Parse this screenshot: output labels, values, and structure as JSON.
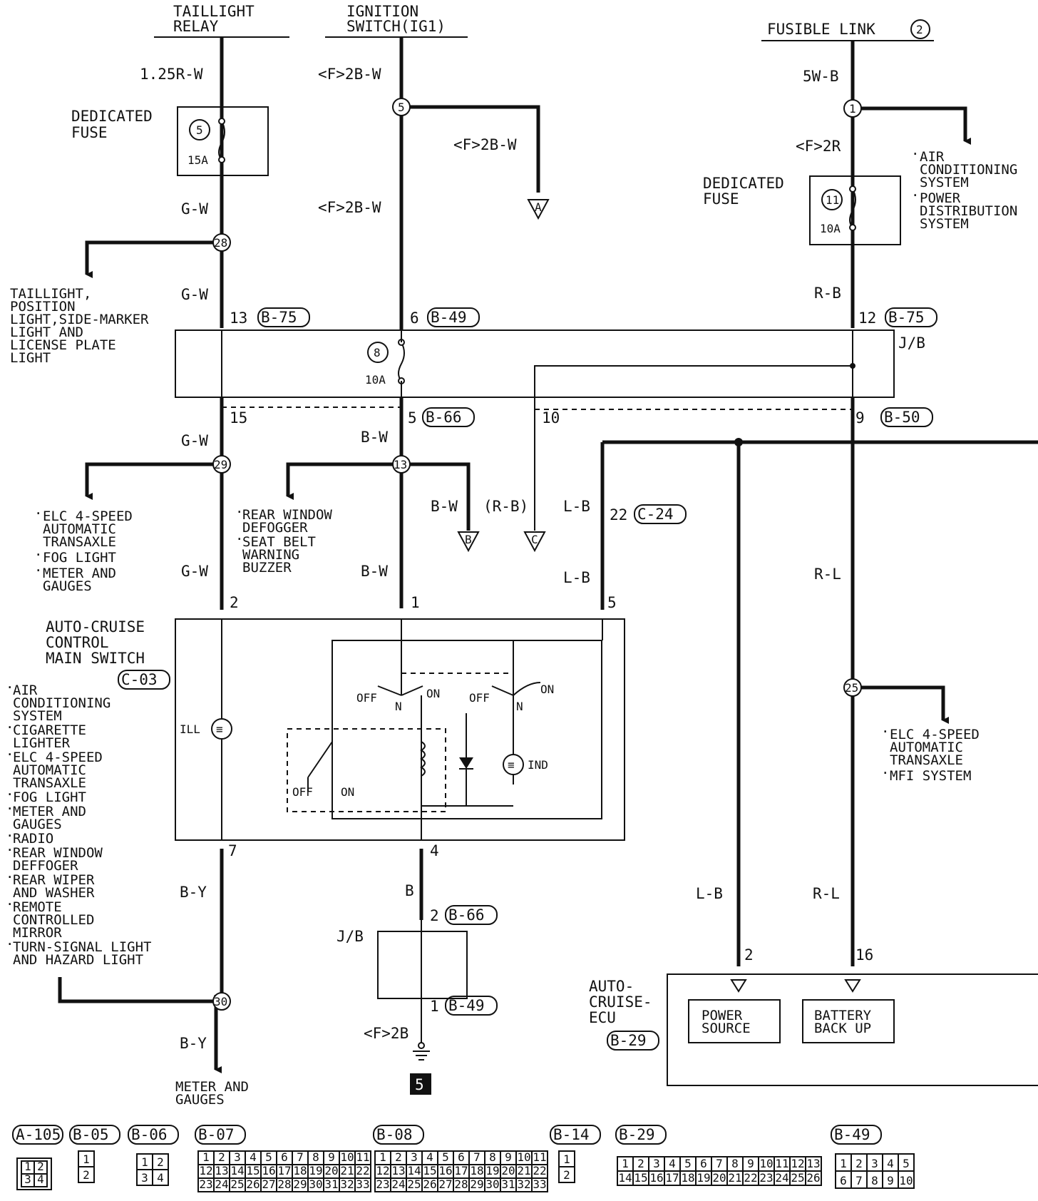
{
  "sources": {
    "taillight": [
      "TAILLIGHT",
      "RELAY"
    ],
    "ignition": [
      "IGNITION",
      "SWITCH(IG1)"
    ],
    "fusible": "FUSIBLE LINK",
    "fusible_num": "2"
  },
  "wires": {
    "w1": "1.25R-W",
    "w2": "<F>2B-W",
    "w3": "<F>2B-W",
    "w4": "<F>2B-W",
    "w5": "5W-B",
    "w6": "<F>2R",
    "w7": "G-W",
    "w8": "G-W",
    "w9": "R-B",
    "w10": "G-W",
    "w11": "B-W",
    "w12": "B-W",
    "w13": "(R-B)",
    "w14": "L-B",
    "w15": "G-W",
    "w16": "B-W",
    "w17": "L-B",
    "w18": "R-L",
    "w19": "B-Y",
    "w20": "B",
    "w21": "L-B",
    "w22": "R-L",
    "w23": "B-Y",
    "w24": "<F>2B"
  },
  "fuses": {
    "df1_label": [
      "DEDICATED",
      "FUSE"
    ],
    "df1_num": "5",
    "df1_amp": "15A",
    "df2_label": [
      "DEDICATED",
      "FUSE"
    ],
    "df2_num": "11",
    "df2_amp": "10A",
    "jb_fuse_num": "8",
    "jb_fuse_amp": "10A"
  },
  "splices": {
    "s5": "5",
    "s1": "1",
    "s28": "28",
    "s29": "29",
    "s13": "13",
    "s25": "25",
    "s30": "30"
  },
  "pins": {
    "p13": "13",
    "c_b75a": "B-75",
    "p6": "6",
    "c_b49a": "B-49",
    "p12": "12",
    "c_b75b": "B-75",
    "jb": "J/B",
    "p15": "15",
    "p5a": "5",
    "c_b66a": "B-66",
    "p10": "10",
    "p9": "9",
    "c_b50": "B-50",
    "p22": "22",
    "c_c24": "C-24",
    "p2a": "2",
    "p1a": "1",
    "p5b": "5",
    "p7": "7",
    "p4": "4",
    "p2b": "2",
    "c_b66b": "B-66",
    "jb2": "J/B",
    "p1b": "1",
    "c_b49b": "B-49",
    "p2c": "2",
    "p16": "16",
    "c_b29": "B-29"
  },
  "offpage": {
    "a": "A",
    "b": "B",
    "c": "C"
  },
  "destinations": {
    "d_ac": [
      "AIR",
      "CONDITIONING",
      "SYSTEM",
      "POWER",
      "DISTRIBUTION",
      "SYSTEM"
    ],
    "d_tail": [
      "TAILLIGHT,",
      "POSITION",
      "LIGHT,SIDE-MARKER",
      "LIGHT AND",
      "LICENSE PLATE",
      "LIGHT"
    ],
    "d_elc1": [
      "ELC 4-SPEED",
      "AUTOMATIC",
      "TRANSAXLE",
      "FOG LIGHT",
      "METER AND",
      "GAUGES"
    ],
    "d_rear": [
      "REAR WINDOW",
      "DEFOGGER",
      "SEAT BELT",
      "WARNING",
      "BUZZER"
    ],
    "d_elc2": [
      "ELC 4-SPEED",
      "AUTOMATIC",
      "TRANSAXLE",
      "MFI SYSTEM"
    ],
    "d_list": [
      "AIR",
      "CONDITIONING",
      "SYSTEM",
      "CIGARETTE",
      "LIGHTER",
      "ELC 4-SPEED",
      "AUTOMATIC",
      "TRANSAXLE",
      "FOG LIGHT",
      "METER AND",
      "GAUGES",
      "RADIO",
      "REAR WINDOW",
      "DEFFOGER",
      "REAR WIPER",
      "AND WASHER",
      "REMOTE",
      "CONTROLLED",
      "MIRROR",
      "TURN-SIGNAL LIGHT",
      "AND HAZARD LIGHT"
    ],
    "d_meter": [
      "METER AND",
      "GAUGES"
    ]
  },
  "switch": {
    "title": [
      "AUTO-CRUISE",
      "CONTROL",
      "MAIN SWITCH"
    ],
    "conn": "C-03",
    "ill": "ILL",
    "ind": "IND",
    "off1": "OFF",
    "on1": "ON",
    "n1": "N",
    "off2": "OFF",
    "on2": "ON",
    "n2": "N",
    "off3": "OFF",
    "on3": "ON"
  },
  "ecu": {
    "title": [
      "AUTO-",
      "CRUISE-",
      "ECU"
    ],
    "power": [
      "POWER",
      "SOURCE"
    ],
    "battery": [
      "BATTERY",
      "BACK UP"
    ]
  },
  "ground": "5",
  "connectors": {
    "a105": "A-105",
    "a105_pins": [
      "1",
      "2",
      "3",
      "4"
    ],
    "b05": "B-05",
    "b05_pins": [
      "1",
      "2"
    ],
    "b06": "B-06",
    "b06_pins": [
      "1",
      "2",
      "3",
      "4"
    ],
    "b07": "B-07",
    "b07_pins": [
      "1",
      "2",
      "3",
      "4",
      "5",
      "6",
      "7",
      "8",
      "9",
      "10",
      "11",
      "12",
      "13",
      "14",
      "15",
      "16",
      "17",
      "18",
      "19",
      "20",
      "21",
      "22",
      "23",
      "24",
      "25",
      "26",
      "27",
      "28",
      "29",
      "30",
      "31",
      "32",
      "33"
    ],
    "b08": "B-08",
    "b08_pins": [
      "1",
      "2",
      "3",
      "4",
      "5",
      "6",
      "7",
      "8",
      "9",
      "10",
      "11",
      "12",
      "13",
      "14",
      "15",
      "16",
      "17",
      "18",
      "19",
      "20",
      "21",
      "22",
      "23",
      "24",
      "25",
      "26",
      "27",
      "28",
      "29",
      "30",
      "31",
      "32",
      "33"
    ],
    "b14": "B-14",
    "b14_pins": [
      "1",
      "2"
    ],
    "b29": "B-29",
    "b29_pins": [
      "1",
      "2",
      "3",
      "4",
      "5",
      "6",
      "7",
      "8",
      "9",
      "10",
      "11",
      "12",
      "13",
      "14",
      "15",
      "16",
      "17",
      "18",
      "19",
      "20",
      "21",
      "22",
      "23",
      "24",
      "25",
      "26"
    ],
    "b49": "B-49",
    "b49_pins": [
      "1",
      "2",
      "3",
      "4",
      "5",
      "6",
      "7",
      "8",
      "9",
      "10"
    ]
  }
}
